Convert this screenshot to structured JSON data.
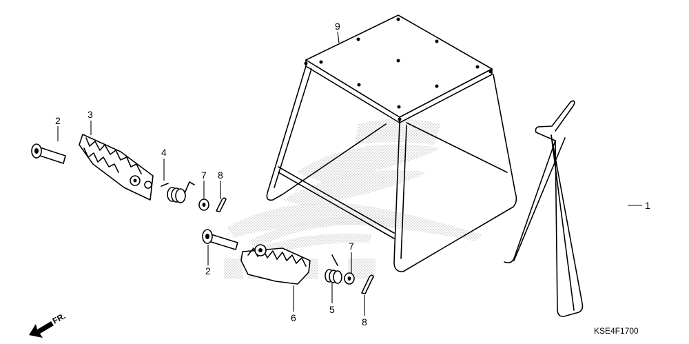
{
  "diagram": {
    "callouts": [
      {
        "id": "c1",
        "label": "1"
      },
      {
        "id": "c2a",
        "label": "2"
      },
      {
        "id": "c2b",
        "label": "2"
      },
      {
        "id": "c3",
        "label": "3"
      },
      {
        "id": "c4",
        "label": "4"
      },
      {
        "id": "c5",
        "label": "5"
      },
      {
        "id": "c6",
        "label": "6"
      },
      {
        "id": "c7a",
        "label": "7"
      },
      {
        "id": "c7b",
        "label": "7"
      },
      {
        "id": "c8a",
        "label": "8"
      },
      {
        "id": "c8b",
        "label": "8"
      },
      {
        "id": "c9",
        "label": "9"
      }
    ],
    "direction_label": "FR.",
    "diagram_code": "KSE4F1700",
    "watermark": "HONDA"
  }
}
